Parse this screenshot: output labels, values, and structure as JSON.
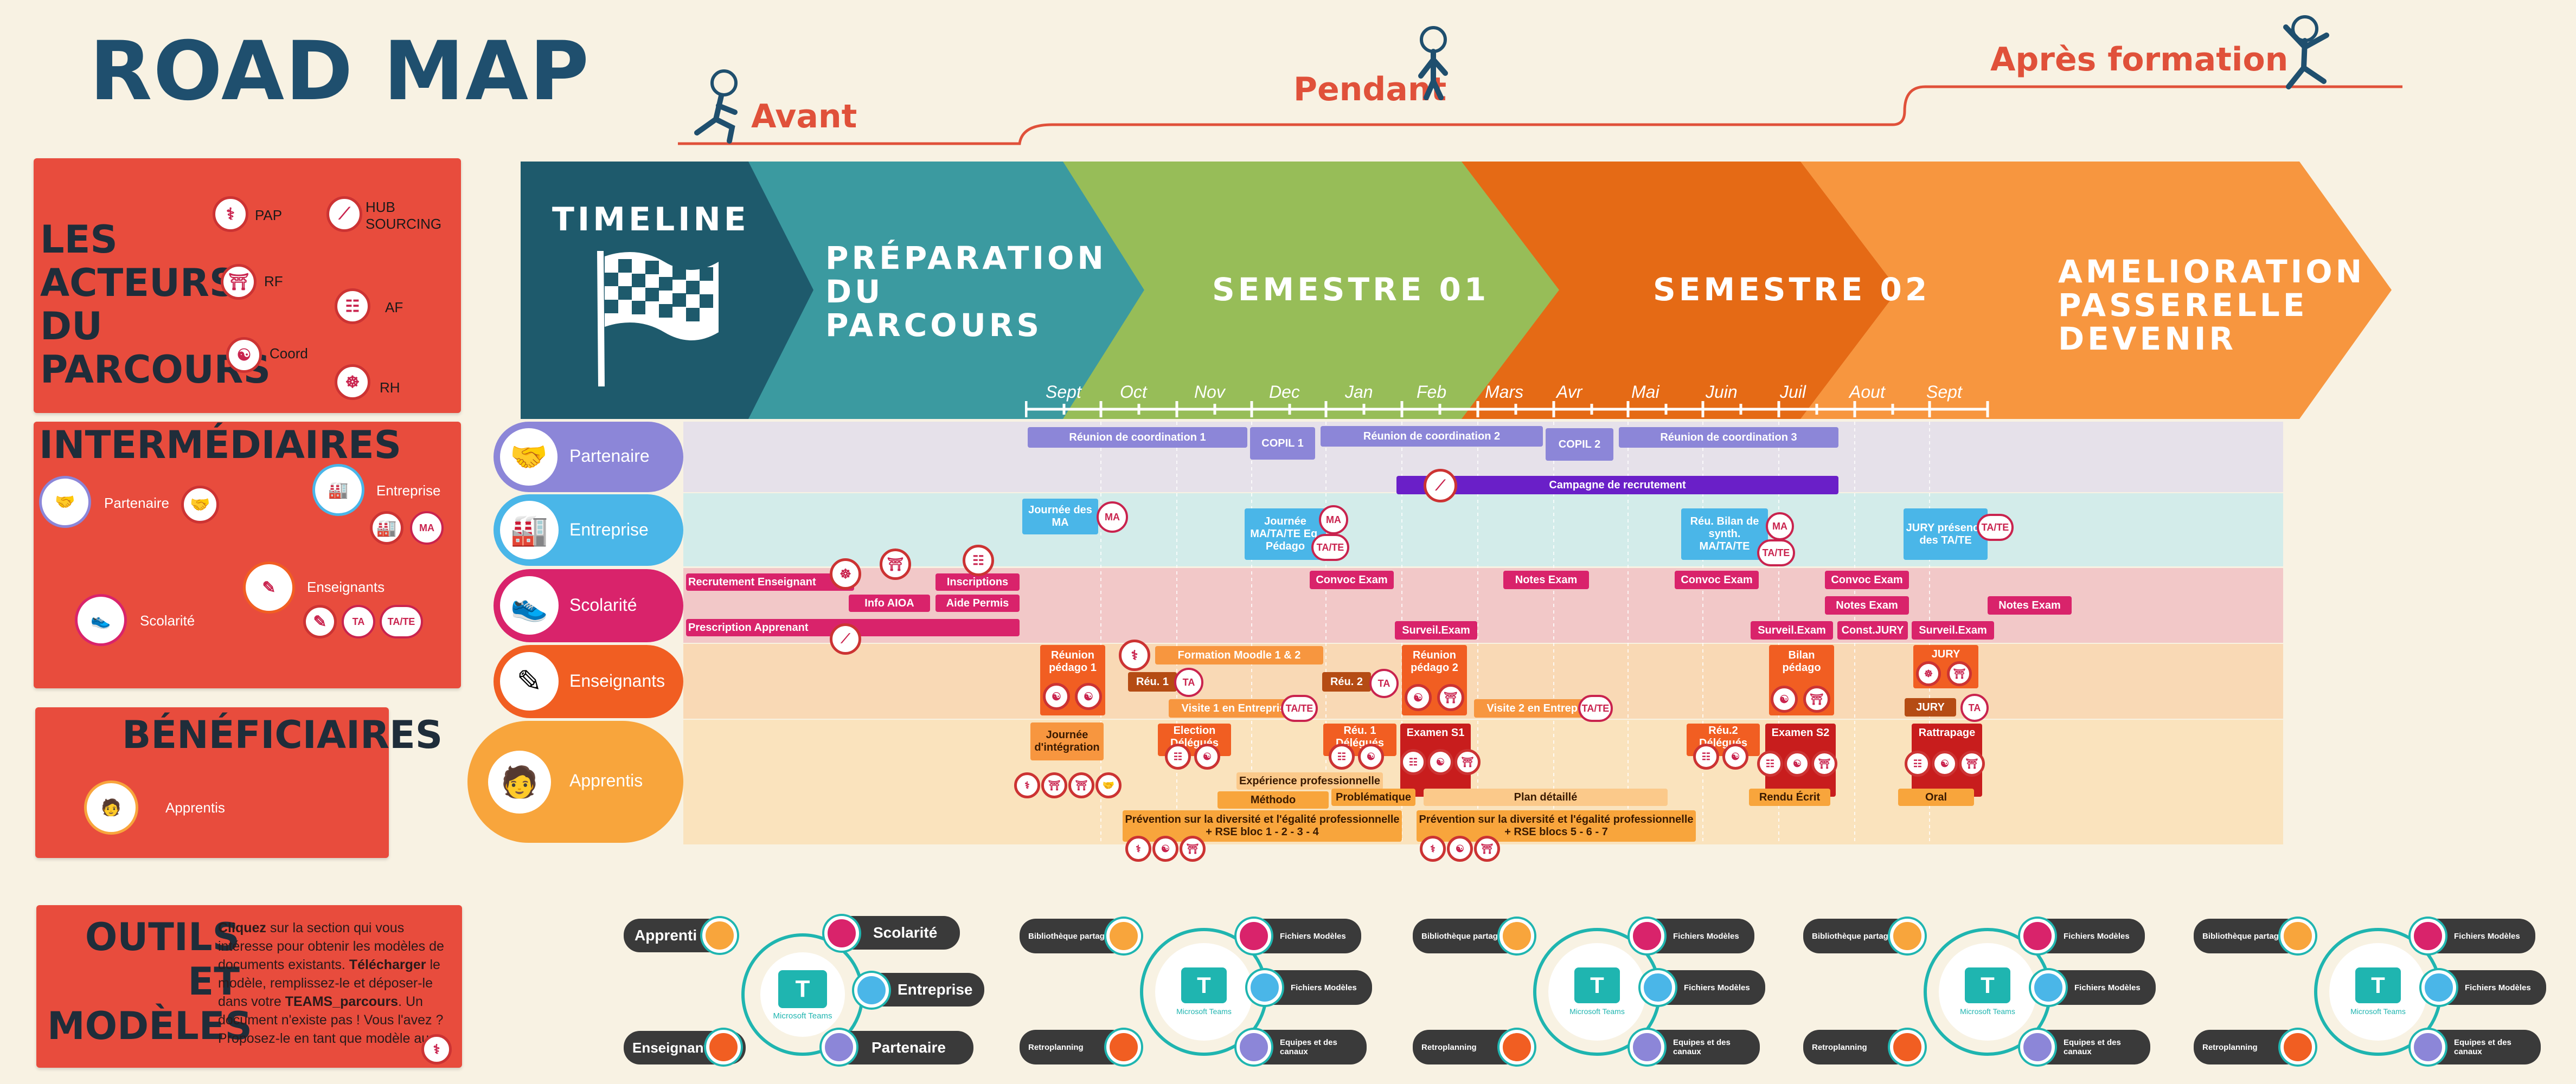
{
  "title": "ROAD MAP",
  "phases": {
    "avant": "Avant",
    "pendant": "Pendant",
    "apres": "Après formation"
  },
  "panels": {
    "acteurs": {
      "title": [
        "LES",
        "ACTEURS",
        "DU",
        "PARCOURS"
      ],
      "items": [
        "PAP",
        "HUB SOURCING",
        "RF",
        "AF",
        "Coord",
        "RH"
      ]
    },
    "intermediaires": {
      "title": "INTERMÉDIAIRES",
      "items": [
        "Partenaire",
        "Entreprise",
        "Enseignants",
        "Scolarité"
      ],
      "badges": [
        "MA",
        "TA",
        "TA/TE"
      ]
    },
    "beneficiaires": {
      "title": "BÉNÉFICIAIRES",
      "items": [
        "Apprentis"
      ]
    },
    "outils": {
      "title": [
        "OUTILS",
        "ET",
        "MODÈLES"
      ],
      "p1_strong": "Cliquez",
      "p1_rest": " sur la section qui vous intéresse pour obtenir les modèles de documents existants.",
      "p2_strong": "Télécharger",
      "p2_rest": " le modèle, remplissez-le et déposer-le dans votre ",
      "p2_strong2": "TEAMS_parcours",
      "p2_end": ".",
      "p3": "Un document n'existe pas ! Vous l'avez ? Proposez-le en tant que modèle au"
    }
  },
  "timeline": {
    "label": "TIMELINE",
    "stages": [
      {
        "lines": [
          "PRÉPARATION",
          "DU",
          "PARCOURS"
        ],
        "color": "#3b9aa0"
      },
      {
        "lines": [
          "SEMESTRE 01"
        ],
        "color": "#97bd58"
      },
      {
        "lines": [
          "SEMESTRE 02"
        ],
        "color": "#e56a15"
      },
      {
        "lines": [
          "AMELIORATION",
          "PASSERELLE",
          "DEVENIR"
        ],
        "color": "#f7963f"
      }
    ],
    "months": [
      "Sept",
      "Oct",
      "Nov",
      "Dec",
      "Jan",
      "Feb",
      "Mars",
      "Avr",
      "Mai",
      "Juin",
      "Juil",
      "Aout",
      "Sept"
    ]
  },
  "lanes": [
    {
      "name": "Partenaire",
      "color": "#8c86d8",
      "bg": "#e6e1ea"
    },
    {
      "name": "Entreprise",
      "color": "#4ab6e8",
      "bg": "#d3ecea"
    },
    {
      "name": "Scolarité",
      "color": "#d9236b",
      "bg": "#f2c8c8"
    },
    {
      "name": "Enseignants",
      "color": "#f15e22",
      "bg": "#f9d9b5"
    },
    {
      "name": "Apprentis",
      "color": "#f8a53c",
      "bg": "#fae3bd"
    }
  ],
  "events": {
    "partenaire": [
      "Réunion de coordination 1",
      "COPIL 1",
      "Réunion de coordination 2",
      "COPIL 2",
      "Réunion de coordination 3",
      "Campagne de recrutement"
    ],
    "entreprise": [
      "Journée des MA",
      "Journée MA/TA/TE Eq. Pédago",
      "Réu. Bilan de synth. MA/TA/TE",
      "JURY présence des TA/TE"
    ],
    "scolarite": [
      "Recrutement Enseignant",
      "Inscriptions",
      "Info AIOA",
      "Aide Permis",
      "Prescription Apprenant",
      "Convoc Exam",
      "Notes Exam",
      "Convoc Exam",
      "Convoc Exam",
      "Notes Exam",
      "Notes Exam",
      "Surveil.Exam",
      "Surveil.Exam",
      "Const.JURY",
      "Surveil.Exam"
    ],
    "enseignants": [
      "Réunion pédago 1",
      "Formation Moodle 1 & 2",
      "Réu. 1",
      "Réu. 2",
      "Réunion pédago 2",
      "Visite 1 en Entreprise",
      "Visite 2 en Entreprise",
      "Bilan pédago",
      "JURY",
      "JURY"
    ],
    "apprentis": [
      "Journée d'intégration",
      "Election Délégués",
      "Réu. 1 Délégués",
      "Examen S1",
      "Réu.2 Délégués",
      "Examen S2",
      "Rattrapage",
      "Expérience professionnelle",
      "Méthodo",
      "Problématique",
      "Plan détaillé",
      "Rendu Écrit",
      "Oral",
      "Prévention sur la diversité et l'égalité professionnelle + RSE bloc 1 - 2 - 3 - 4",
      "Prévention sur la diversité et l'égalité professionnelle + RSE blocs 5 - 6 - 7"
    ]
  },
  "badges": {
    "ma": "MA",
    "tate": "TA/TE",
    "ta": "TA"
  },
  "hub_main": {
    "center": "Microsoft Teams",
    "labels": [
      "Apprenti",
      "Scolarité",
      "Entreprise",
      "Enseignants",
      "Partenaire"
    ]
  },
  "hub_small": {
    "center": "Microsoft Teams",
    "labels": [
      "Bibliothèque partagée",
      "Fichiers Modèles",
      "Fichiers Modèles",
      "Retroplanning",
      "Equipes et des canaux"
    ]
  },
  "colors": {
    "bg": "#f8f2e3",
    "red": "#e84c3d",
    "teal": "#1fb5b0",
    "navy": "#1f4f6e",
    "purple": "#8c86d8",
    "deep_purple": "#6a1fc8",
    "blue": "#4ab6e8",
    "pink": "#d9236b",
    "orange": "#f15e22",
    "amber": "#f8a53c"
  }
}
